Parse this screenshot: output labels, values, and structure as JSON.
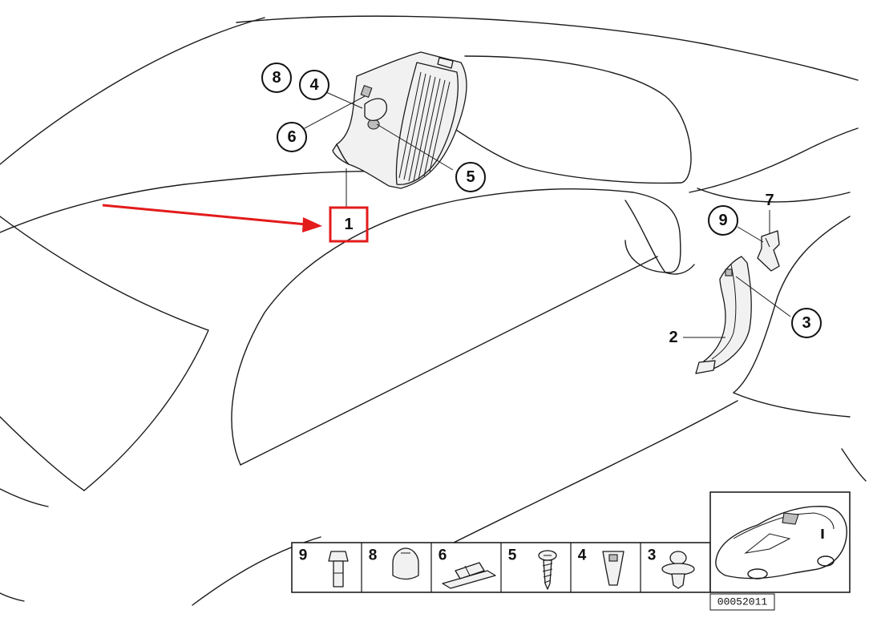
{
  "diagram": {
    "callouts": [
      {
        "id": "c8",
        "label": "8"
      },
      {
        "id": "c4",
        "label": "4"
      },
      {
        "id": "c6",
        "label": "6"
      },
      {
        "id": "c5",
        "label": "5"
      },
      {
        "id": "c9",
        "label": "9"
      },
      {
        "id": "c3",
        "label": "3"
      }
    ],
    "plain_labels": [
      {
        "id": "p7",
        "label": "7"
      },
      {
        "id": "p2",
        "label": "2"
      }
    ],
    "highlighted_label": "1",
    "highlight_color": "#e31b1b",
    "legend": [
      {
        "id": "l9",
        "label": "9",
        "icon": "bolt-icon"
      },
      {
        "id": "l8",
        "label": "8",
        "icon": "cap-nut-icon"
      },
      {
        "id": "l6",
        "label": "6",
        "icon": "clip-strip-icon"
      },
      {
        "id": "l5",
        "label": "5",
        "icon": "screw-icon"
      },
      {
        "id": "l4",
        "label": "4",
        "icon": "spring-nut-icon"
      },
      {
        "id": "l3",
        "label": "3",
        "icon": "push-clip-icon"
      }
    ],
    "reference_number": "00052011"
  }
}
